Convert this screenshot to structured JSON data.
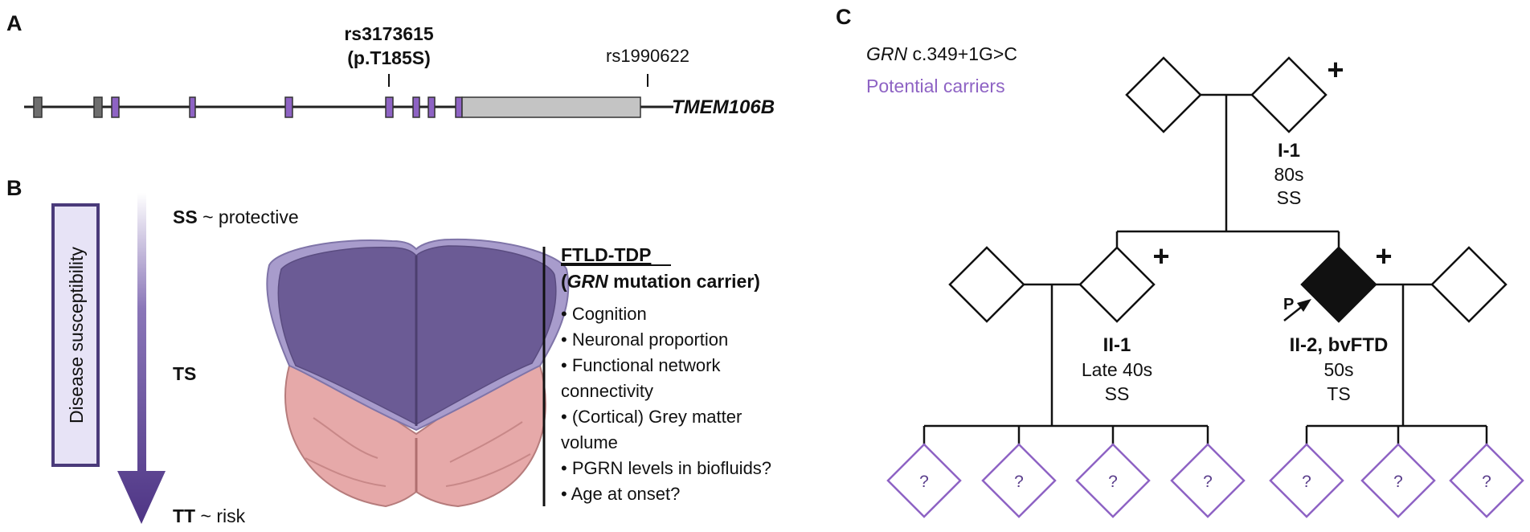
{
  "panels": {
    "a_label": "A",
    "b_label": "B",
    "c_label": "C"
  },
  "panel_a": {
    "snp1_id": "rs3173615",
    "snp1_protein": "(p.T185S)",
    "snp2_id": "rs1990622",
    "gene": "TMEM106B",
    "colors": {
      "coding_exon": "#8e63c4",
      "noncoding_exon": "#6e6e6e",
      "utr": "#c4c4c4"
    }
  },
  "panel_b": {
    "arrow_box_label": "Disease susceptibility",
    "ss_genotype": "SS",
    "ss_text": " ~ protective",
    "ts_genotype": "TS",
    "tt_genotype": "TT",
    "tt_text": " ~ risk",
    "ftld_title": "FTLD-TDP",
    "ftld_paren_open": "(",
    "ftld_gene": "GRN",
    "ftld_paren_rest": " mutation carrier)",
    "list": [
      "• Cognition",
      "• Neuronal proportion",
      "• Functional network",
      "connectivity",
      "• (Cortical) Grey matter",
      "volume",
      "• PGRN levels in biofluids?",
      "• Age at onset?"
    ],
    "colors": {
      "arrow": "#5b3f8c",
      "box_fill": "#e7e3f6",
      "brain_front": "#6b5b95",
      "brain_back": "#e6a9a9"
    }
  },
  "panel_c": {
    "legend_gene": "GRN",
    "legend_variant": " c.349+1G>C",
    "legend_potential": "Potential carriers",
    "plus": "+",
    "i1_id": "I-1",
    "i1_age": "80s",
    "i1_geno": "SS",
    "ii1_id": "II-1",
    "ii1_age": "Late 40s",
    "ii1_geno": "SS",
    "ii2_id": "II-2, bvFTD",
    "ii2_age": "50s",
    "ii2_geno": "TS",
    "proband": "P",
    "unknown": "?",
    "colors": {
      "potential": "#8e63c4",
      "affected": "#111111"
    }
  }
}
